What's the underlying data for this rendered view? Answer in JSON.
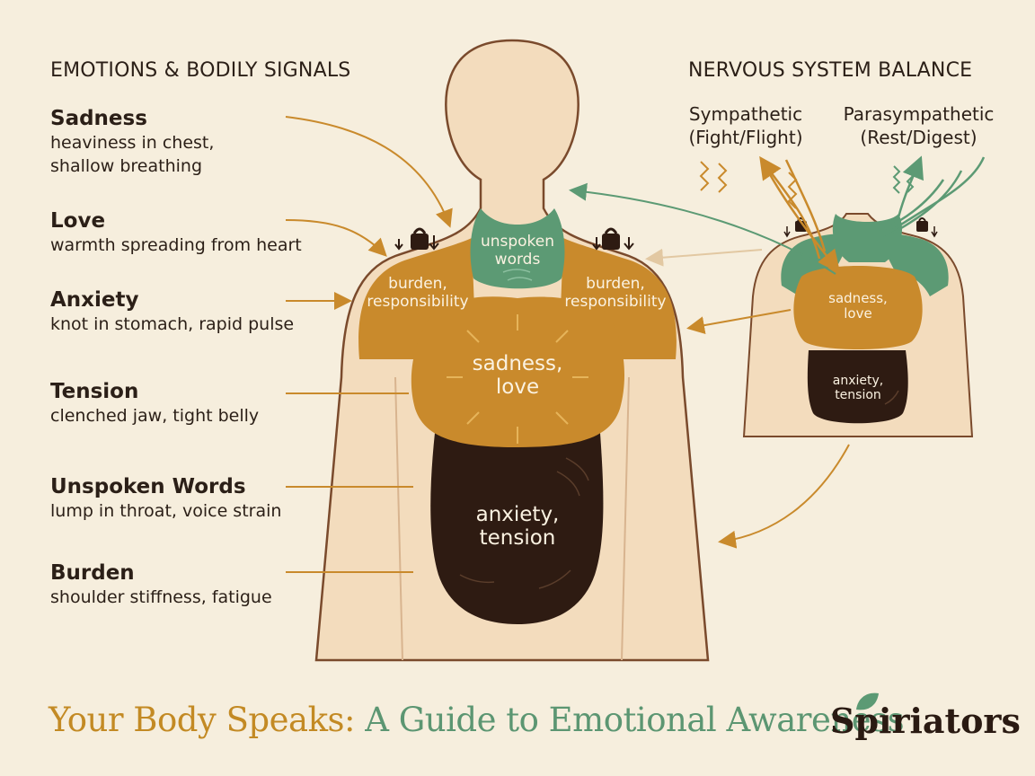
{
  "left_heading": "EMOTIONS & BODILY SIGNALS",
  "right_heading": "NERVOUS SYSTEM BALANCE",
  "emotions": [
    {
      "name": "Sadness",
      "desc": [
        "heaviness in chest,",
        "shallow breathing"
      ]
    },
    {
      "name": "Love",
      "desc": [
        "warmth spreading from heart"
      ]
    },
    {
      "name": "Anxiety",
      "desc": [
        "knot in stomach, rapid pulse"
      ]
    },
    {
      "name": "Tension",
      "desc": [
        "clenched jaw, tight belly"
      ]
    },
    {
      "name": "Unspoken Words",
      "desc": [
        "lump in throat, voice strain"
      ]
    },
    {
      "name": "Burden",
      "desc": [
        "shoulder stiffness, fatigue"
      ]
    }
  ],
  "nervous_system": {
    "sympathetic": {
      "line1": "Sympathetic",
      "line2": "(Fight/Flight)"
    },
    "parasympathetic": {
      "line1": "Parasympathetic",
      "line2": "(Rest/Digest)"
    }
  },
  "body_regions": {
    "throat": {
      "line1": "unspoken",
      "line2": "words"
    },
    "shoulder_left": {
      "line1": "burden,",
      "line2": "responsibility"
    },
    "shoulder_right": {
      "line1": "burden,",
      "line2": "responsibility"
    },
    "chest": {
      "line1": "sadness,",
      "line2": "love"
    },
    "belly": {
      "line1": "anxiety,",
      "line2": "tension"
    }
  },
  "mini_regions": {
    "chest": {
      "line1": "sadness,",
      "line2": "love"
    },
    "belly": {
      "line1": "anxiety,",
      "line2": "tension"
    }
  },
  "footer": {
    "part1": "Your Body Speaks:",
    "part2": " A Guide to Emotional Awareness"
  },
  "brand": "Spiriators",
  "colors": {
    "background": "#f6eedd",
    "skin": "#f3dcbd",
    "outline": "#7a4a2c",
    "gold": "#c98a2c",
    "green": "#5c9a74",
    "dark_brown": "#2e1b12"
  }
}
